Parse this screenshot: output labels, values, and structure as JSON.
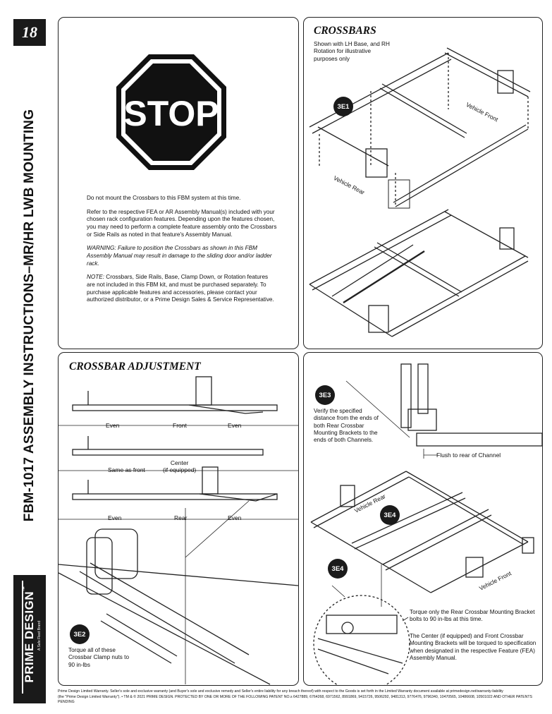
{
  "page_number": "18",
  "doc_title": "FBM-1017 ASSEMBLY INSTRUCTIONS–MR/HR LWB MOUNTING",
  "brand": {
    "name": "PRIME DESIGN",
    "tm": "™",
    "sub": "A Safe Fleet Brand"
  },
  "stop_panel": {
    "stop_sign_text": "STOP",
    "para1": "Do not mount the Crossbars to this FBM system at this time.",
    "para2": "Refer to the respective FEA or AR Assembly Manual(s) included with your chosen rack configuration features. Depending upon the features chosen, you may need to perform a complete feature assembly onto the Crossbars or Side Rails as noted in that feature's Assembly Manual.",
    "warning_label": "WARNING:",
    "warning_text": " Failure to position the Crossbars as shown in this FBM Assembly Manual may result in damage to the sliding door and/or ladder rack.",
    "note_label": "NOTE:",
    "note_text": " Crossbars, Side Rails, Base, Clamp Down, or Rotation features are not included in this FBM kit, and must be purchased separately. To purchase applicable features and accessories, please contact your authorized distributor, or a Prime Design Sales & Service Representative."
  },
  "crossbars_panel": {
    "title": "CROSSBARS",
    "caption": "Shown with LH Base, and RH Rotation for illustrative purposes only",
    "callout": "3E1",
    "vehicle_front": "Vehicle Front",
    "vehicle_rear": "Vehicle Rear"
  },
  "adjustment_panel": {
    "title": "CROSSBAR ADJUSTMENT",
    "row1": {
      "left": "Even",
      "center": "Front",
      "right": "Even"
    },
    "row2": {
      "left": "Same as front",
      "center": "Center\n(if equipped)"
    },
    "row3": {
      "left": "Even",
      "center": "Rear",
      "right": "Even"
    },
    "callout": "3E2",
    "callout_text": "Torque all of these Crossbar Clamp nuts to 90 in-lbs"
  },
  "bracket_panel": {
    "callout_a": "3E3",
    "text_a": "Verify the specified distance from the ends of both Rear Crossbar Mounting Brackets to the ends of both Channels.",
    "flush_label": "Flush to rear of Channel",
    "callout_b": "3E4",
    "vehicle_rear": "Vehicle Rear",
    "vehicle_front": "Vehicle Front",
    "torque_text": "Torque only the Rear Crossbar Mounting Bracket bolts to 90 in-lbs at this time.",
    "center_text": "The Center (if equipped) and Front Crossbar Mounting Brackets will be torqued to specification when designated in the respective Feature (FEA) Assembly Manual."
  },
  "footer": {
    "line1": "Prime Design Limited Warranty. Seller's sole and exclusive warranty (and Buyer's sole and exclusive remedy and Seller's entire liability for any breach thereof) with respect to the Goods is set forth in the Limited Warranty document available at primedesign.net/warranty-liability",
    "line2": "(the \"Prime Design Limited Warranty\"). • TM & © 2021 PRIME DESIGN. PROTECTED BY ONE OR MORE OF THE FOLLOWING PATENT NO.s 6427889, 6764268, 6971562, 8991869, 9415726, 9506292, 9481313, 9776476, 9796340, 10470565, 10486608, 10501022 AND OTHER PATENTS PENDING"
  },
  "colors": {
    "dark": "#1a1a1a",
    "stop_ring": "#000000",
    "border": "#222222"
  }
}
